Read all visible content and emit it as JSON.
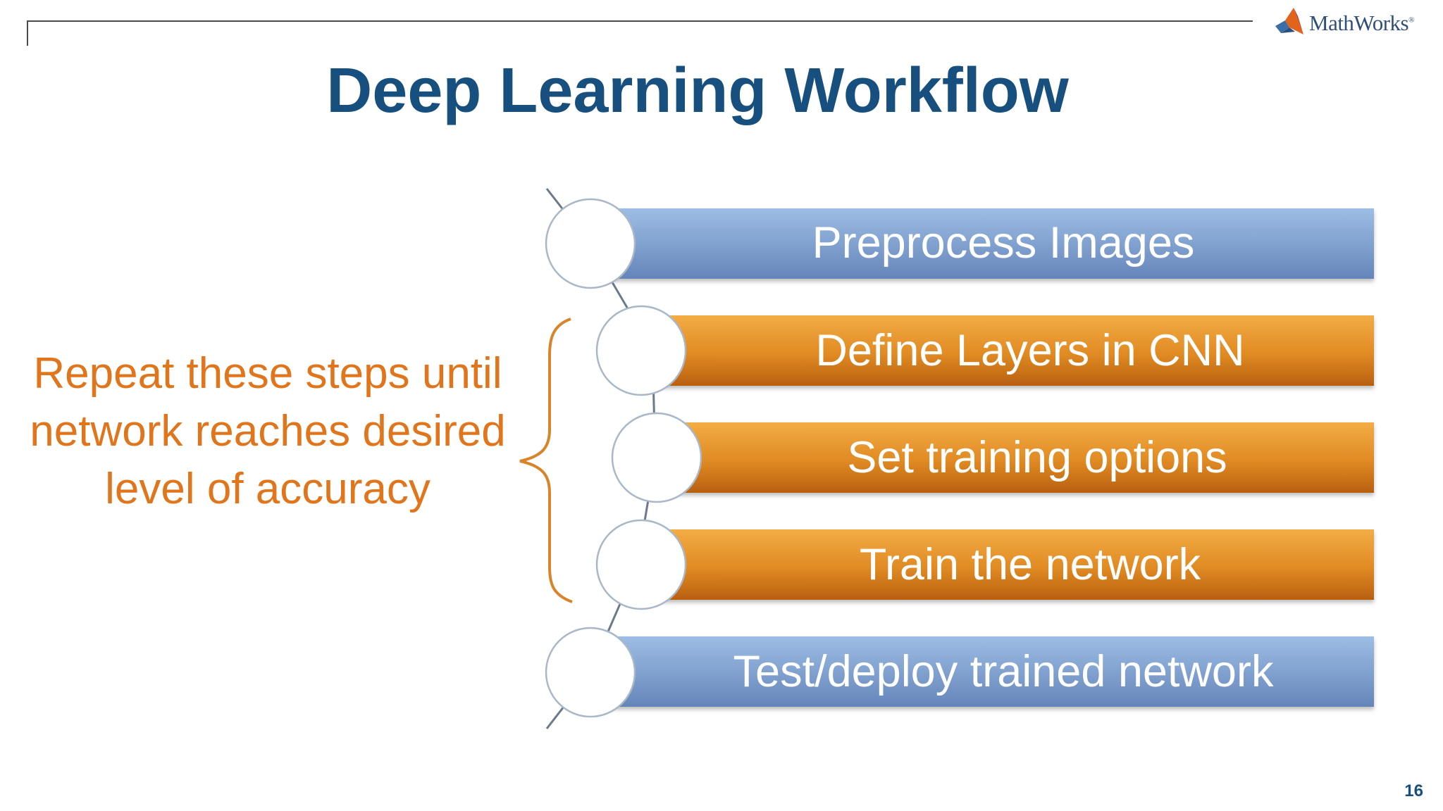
{
  "slide": {
    "title": "Deep Learning Workflow",
    "logo_text": "MathWorks",
    "logo_mark": "®",
    "repeat_note": "Repeat these steps until network reaches desired level of accuracy",
    "page_number": "16"
  },
  "workflow": {
    "steps": [
      {
        "label": "Preprocess Images",
        "kind": "blue"
      },
      {
        "label": "Define Layers in CNN",
        "kind": "orange"
      },
      {
        "label": "Set training options",
        "kind": "orange"
      },
      {
        "label": "Train the network",
        "kind": "orange"
      },
      {
        "label": "Test/deploy trained network",
        "kind": "blue"
      }
    ]
  },
  "colors": {
    "title": "#17507f",
    "accent_orange": "#e1751b",
    "bar_blue_top": "#94b4df",
    "bar_blue_bottom": "#6788bd",
    "bar_orange_top": "#f0a53f",
    "bar_orange_bottom": "#c46a12",
    "brace": "#d8842a"
  },
  "icons": {
    "logo": "mathworks-membrane-logo-icon"
  }
}
